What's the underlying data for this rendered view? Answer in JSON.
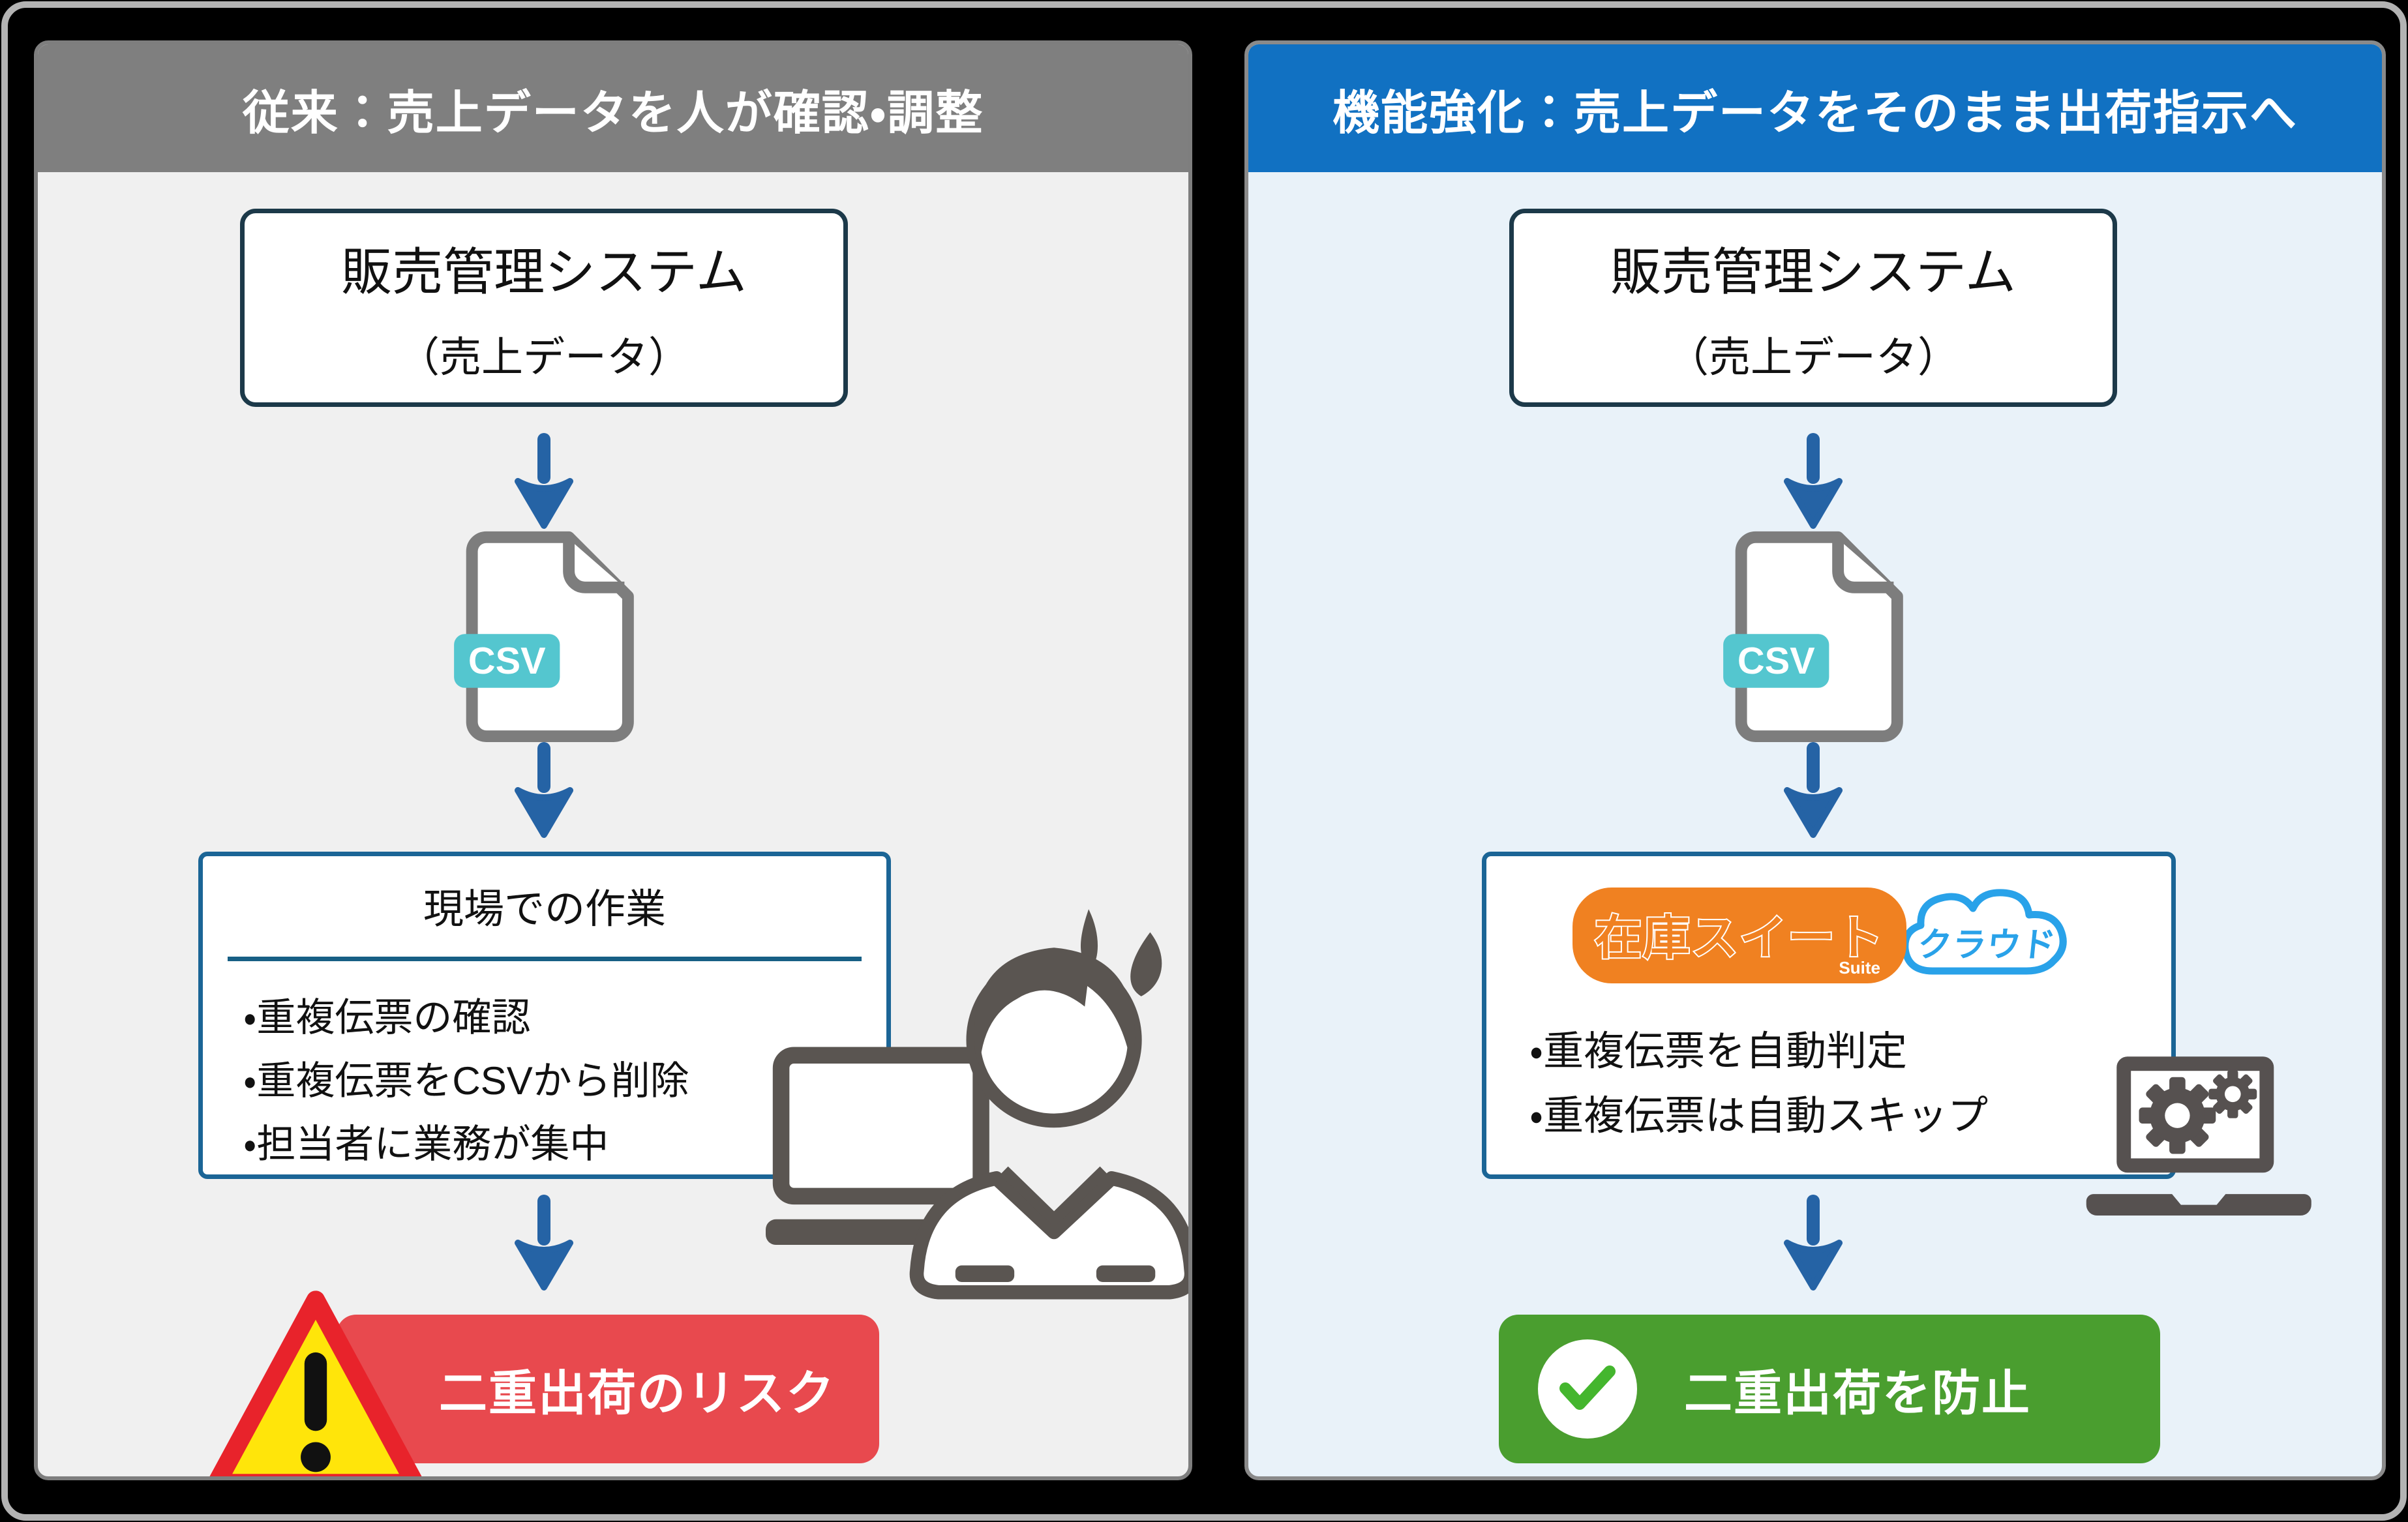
{
  "left_panel": {
    "header": "従来：売上データを人が確認・調整",
    "source_box": {
      "line1": "販売管理システム",
      "line2": "（売上データ）"
    },
    "csv_label": "CSV",
    "work_box": {
      "title": "現場での作業",
      "bullets": [
        "・重複伝票の確認",
        "・重複伝票をCSVから削除",
        "・担当者に業務が集中"
      ]
    },
    "result_box": {
      "label": "二重出荷のリスク",
      "warning_symbol": "!"
    }
  },
  "right_panel": {
    "header": "機能強化：売上データをそのまま出荷指示へ",
    "source_box": {
      "line1": "販売管理システム",
      "line2": "（売上データ）"
    },
    "csv_label": "CSV",
    "solution_box": {
      "logo": {
        "main": "在庫スイート",
        "sub": "Suite",
        "cloud": "クラウド"
      },
      "bullets": [
        "・重複伝票を自動判定",
        "・重複伝票は自動スキップ"
      ]
    },
    "result_box": {
      "label": "二重出荷を防止"
    }
  },
  "colors": {
    "before_header": "#7f7f7f",
    "after_header": "#1171c2",
    "before_body": "#f0f0f0",
    "after_body": "#e9f2f9",
    "arrow_blue": "#2563a5",
    "box_border_dark": "#1c3949",
    "box_border_blue": "#1b6596",
    "csv_teal": "#54c6cf",
    "risk_red": "#e8494e",
    "prevention_green": "#4a9e2f",
    "warning_yellow": "#ffe50a",
    "warning_red": "#e8232b",
    "logo_orange": "#f08121",
    "logo_blue": "#29a2e9",
    "illustration_gray": "#5a5551"
  }
}
